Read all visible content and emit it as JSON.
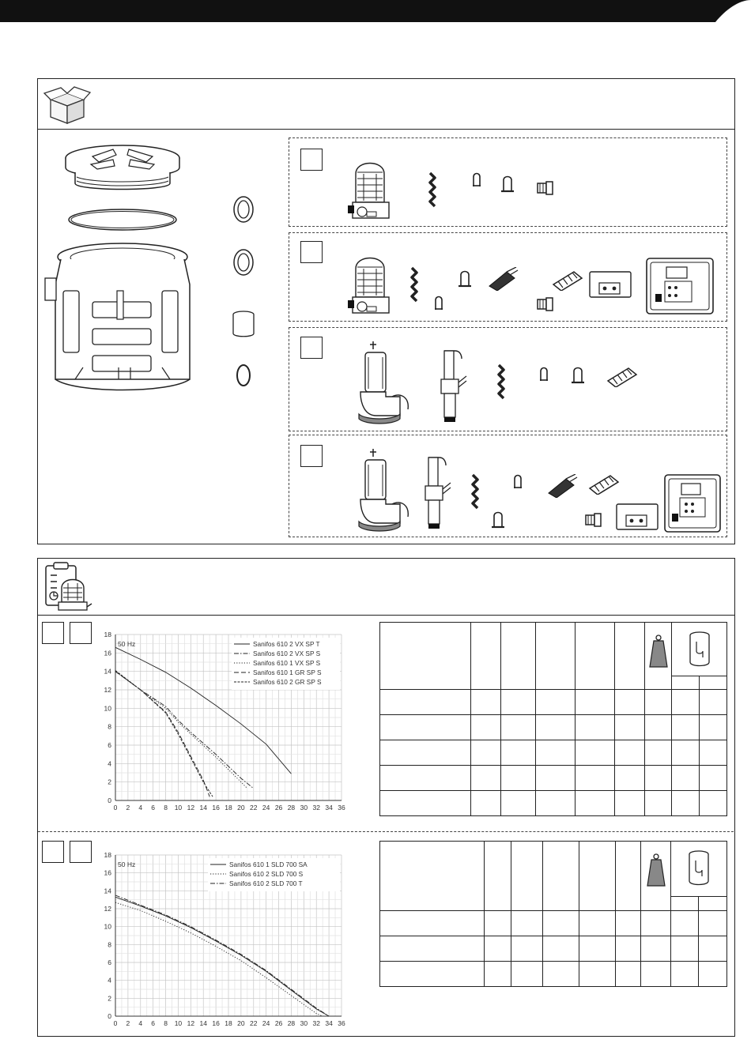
{
  "chart_data": [
    {
      "type": "line",
      "title": "",
      "annotation": "50 Hz",
      "xlabel": "",
      "ylabel": "",
      "xlim": [
        0,
        36
      ],
      "ylim": [
        0,
        18
      ],
      "x_ticks": [
        0,
        2,
        4,
        6,
        8,
        10,
        12,
        14,
        16,
        18,
        20,
        22,
        24,
        26,
        28,
        30,
        32,
        34,
        36
      ],
      "y_ticks": [
        0,
        2,
        4,
        6,
        8,
        10,
        12,
        14,
        16,
        18
      ],
      "grid": true,
      "legend_position": "top-right",
      "series": [
        {
          "name": "Sanifos 610 2 VX SP T",
          "style": "solid",
          "x": [
            0,
            4,
            8,
            12,
            16,
            20,
            24,
            28
          ],
          "y": [
            16.6,
            15.3,
            13.9,
            12.2,
            10.3,
            8.3,
            6.1,
            2.9
          ]
        },
        {
          "name": "Sanifos 610 2 VX SP S",
          "style": "dashdot",
          "x": [
            0,
            4,
            8,
            10,
            12,
            16,
            20,
            22
          ],
          "y": [
            14.0,
            12.0,
            10.2,
            8.7,
            7.4,
            5.0,
            2.4,
            1.3
          ]
        },
        {
          "name": "Sanifos 610 1 VX SP S",
          "style": "dotted",
          "x": [
            0,
            4,
            8,
            10,
            12,
            16,
            20,
            21
          ],
          "y": [
            14.0,
            12.0,
            10.0,
            8.5,
            7.2,
            4.7,
            2.0,
            1.3
          ]
        },
        {
          "name": "Sanifos 610 1 GR SP S",
          "style": "dashed",
          "x": [
            0,
            4,
            8,
            10,
            12,
            14,
            15
          ],
          "y": [
            14.0,
            12.0,
            9.6,
            7.4,
            4.8,
            2.2,
            0.4
          ]
        },
        {
          "name": "Sanifos 610 2 GR SP S",
          "style": "dense-dash",
          "x": [
            0,
            4,
            8,
            10,
            12,
            14,
            15.5
          ],
          "y": [
            14.1,
            12.0,
            9.5,
            7.2,
            4.6,
            2.0,
            0.4
          ]
        }
      ]
    },
    {
      "type": "line",
      "title": "",
      "annotation": "50 Hz",
      "xlabel": "",
      "ylabel": "",
      "xlim": [
        0,
        36
      ],
      "ylim": [
        0,
        18
      ],
      "x_ticks": [
        0,
        2,
        4,
        6,
        8,
        10,
        12,
        14,
        16,
        18,
        20,
        22,
        24,
        26,
        28,
        30,
        32,
        34,
        36
      ],
      "y_ticks": [
        0,
        2,
        4,
        6,
        8,
        10,
        12,
        14,
        16,
        18
      ],
      "grid": true,
      "legend_position": "top-right",
      "series": [
        {
          "name": "Sanifos 610 1 SLD 700 SA",
          "style": "solid",
          "x": [
            0,
            4,
            8,
            12,
            16,
            20,
            24,
            28,
            32,
            34
          ],
          "y": [
            13.3,
            12.3,
            11.2,
            9.9,
            8.4,
            6.8,
            5.0,
            2.9,
            0.8,
            0.0
          ]
        },
        {
          "name": "Sanifos 610 2 SLD 700 S",
          "style": "dotted",
          "x": [
            0,
            4,
            8,
            12,
            16,
            20,
            24,
            28,
            32,
            33
          ],
          "y": [
            12.7,
            11.8,
            10.6,
            9.3,
            7.8,
            6.2,
            4.3,
            2.3,
            0.3,
            0.0
          ]
        },
        {
          "name": "Sanifos 610 2 SLD 700 T",
          "style": "dashdot",
          "x": [
            0,
            4,
            8,
            12,
            16,
            20,
            24,
            28,
            32,
            34
          ],
          "y": [
            13.5,
            12.4,
            11.3,
            10.0,
            8.5,
            6.9,
            5.1,
            3.0,
            0.9,
            0.0
          ]
        }
      ]
    }
  ],
  "icons": {
    "box": "open-cardboard-box-icon",
    "datasheet": "clipboard-with-pump-icon",
    "weight": "weight-icon",
    "tank": "tank-volume-icon"
  },
  "colors": {
    "ink": "#222222",
    "grid": "#cccccc",
    "paper": "#ffffff"
  }
}
